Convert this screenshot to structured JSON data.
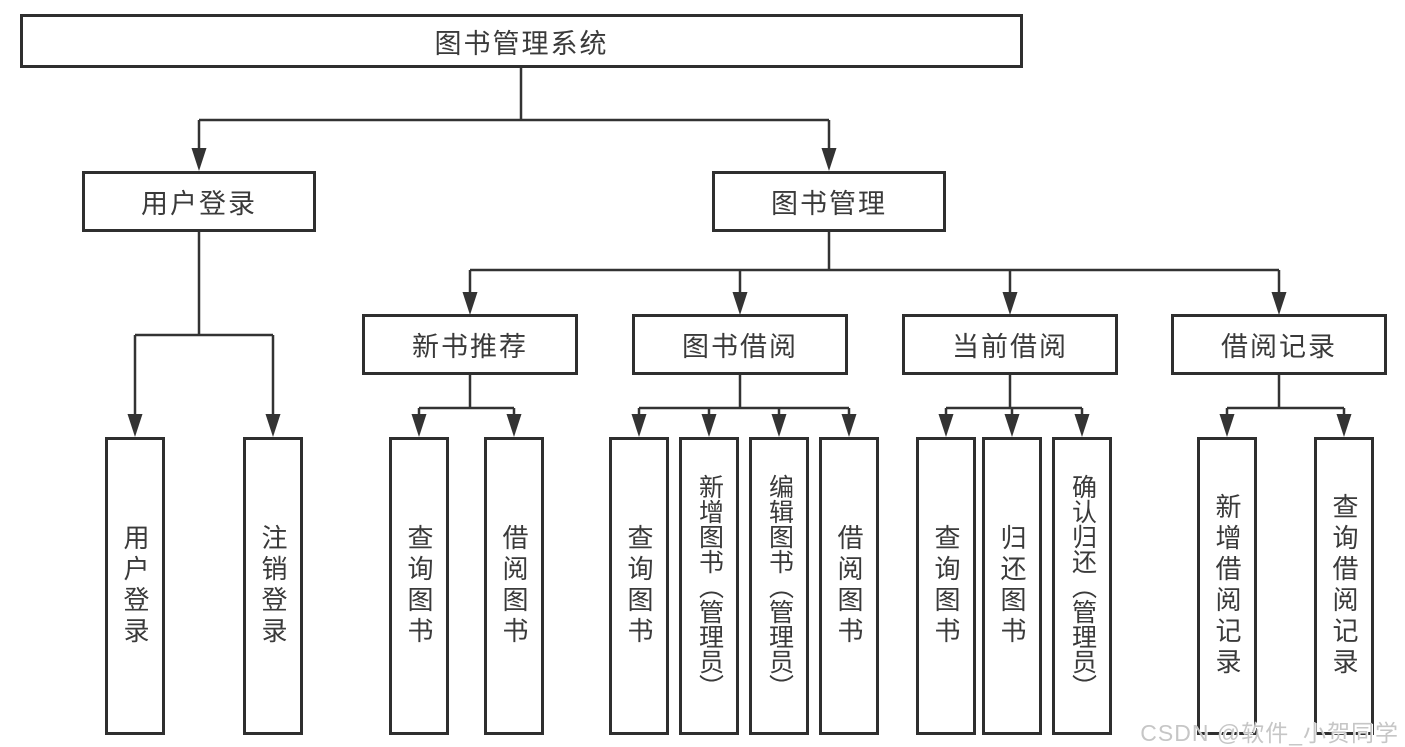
{
  "diagram": {
    "root": "图书管理系统",
    "branches": [
      {
        "label": "用户登录",
        "leaves": [
          "用户登录",
          "注销登录"
        ]
      },
      {
        "label": "图书管理",
        "groups": [
          {
            "label": "新书推荐",
            "leaves": [
              "查询图书",
              "借阅图书"
            ]
          },
          {
            "label": "图书借阅",
            "leaves": [
              "查询图书",
              "新增图书（管理员）",
              "编辑图书（管理员）",
              "借阅图书"
            ]
          },
          {
            "label": "当前借阅",
            "leaves": [
              "查询图书",
              "归还图书",
              "确认归还（管理员）"
            ]
          },
          {
            "label": "借阅记录",
            "leaves": [
              "新增借阅记录",
              "查询借阅记录"
            ]
          }
        ]
      }
    ]
  },
  "watermark": "CSDN @软件_小贺同学",
  "colors": {
    "line": "#333333",
    "border": "#2f2f2f",
    "text": "#3a3a3a",
    "watermark": "#c6c6c6",
    "background": "#ffffff"
  }
}
